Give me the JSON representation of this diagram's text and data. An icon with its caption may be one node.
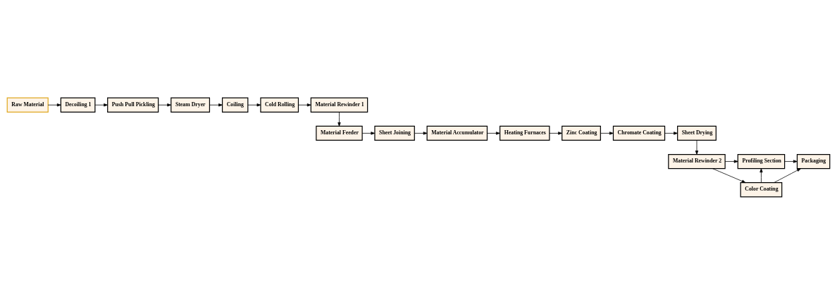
{
  "diagram": {
    "nodes": [
      {
        "text": [
          "Raw Material"
        ]
      },
      {
        "text": [
          "Decoiling 1"
        ]
      },
      {
        "text": [
          "Push Pull Pickling"
        ]
      },
      {
        "text": [
          "Steam Dryer"
        ]
      },
      {
        "text": [
          "Coiling"
        ]
      },
      {
        "text": [
          "Cold Rolling"
        ]
      },
      {
        "text": [
          "Material Rewinder 1"
        ]
      },
      {
        "text": [
          "Material Feeder"
        ]
      },
      {
        "text": [
          "Sheet Joining"
        ]
      },
      {
        "text": [
          "Material Accumulator"
        ]
      },
      {
        "text": [
          "Heating Furnaces"
        ]
      },
      {
        "text": [
          "Zinc Coating"
        ]
      },
      {
        "text": [
          "Chromate Coating"
        ]
      },
      {
        "text": [
          "Sheet Drying"
        ]
      },
      {
        "text": [
          "Material Rewinder 2"
        ]
      },
      {
        "text": [
          "Profiling Section"
        ]
      },
      {
        "text": [
          "Color Coating"
        ]
      },
      {
        "text": [
          "Packaging"
        ]
      }
    ],
    "edges": [
      {
        "from": 0,
        "to": 1,
        "arrow": "to"
      },
      {
        "from": 1,
        "to": 2,
        "arrow": "to"
      },
      {
        "from": 2,
        "to": 3,
        "arrow": "to"
      },
      {
        "from": 3,
        "to": 4,
        "arrow": "to"
      },
      {
        "from": 4,
        "to": 5,
        "arrow": "to"
      },
      {
        "from": 5,
        "to": 6,
        "arrow": "to"
      },
      {
        "from": 6,
        "to": 7,
        "arrow": "to"
      },
      {
        "from": 7,
        "to": 8,
        "arrow": "to"
      },
      {
        "from": 8,
        "to": 9,
        "arrow": "to"
      },
      {
        "from": 9,
        "to": 10,
        "arrow": "to"
      },
      {
        "from": 10,
        "to": 11,
        "arrow": "to"
      },
      {
        "from": 11,
        "to": 12,
        "arrow": "to"
      },
      {
        "from": 12,
        "to": 13,
        "arrow": "to"
      },
      {
        "from": 13,
        "to": 14,
        "arrow": "to"
      },
      {
        "from": 14,
        "to": 15,
        "arrow": "to"
      },
      {
        "from": 14,
        "to": 16,
        "arrow": "to"
      },
      {
        "from": 16,
        "to": 15,
        "arrow": "to"
      },
      {
        "from": 15,
        "to": 17,
        "arrow": "to"
      },
      {
        "from": 16,
        "to": 17,
        "arrow": "to"
      }
    ]
  }
}
